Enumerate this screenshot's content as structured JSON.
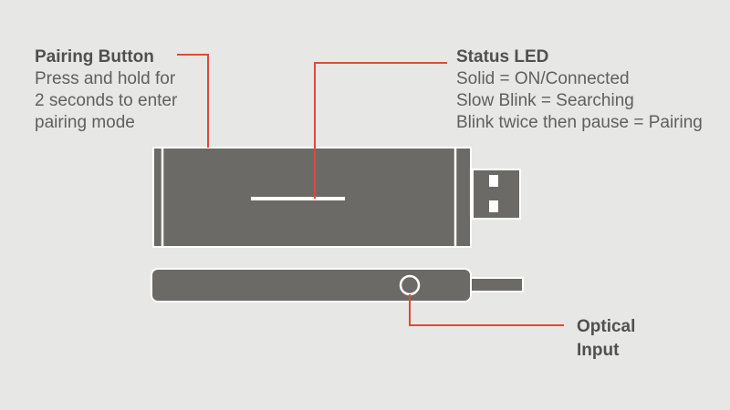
{
  "callouts": {
    "pairing_button": {
      "title": "Pairing Button",
      "lines": [
        "Press and hold for",
        "2 seconds to enter",
        "pairing mode"
      ]
    },
    "status_led": {
      "title": "Status LED",
      "lines": [
        "Solid = ON/Connected",
        "Slow Blink = Searching",
        "Blink twice then pause = Pairing"
      ]
    },
    "optical_input": {
      "title_lines": [
        "Optical",
        "Input"
      ]
    }
  },
  "colors": {
    "background": "#e7e7e5",
    "device_body": "#6c6a66",
    "outline": "#ffffff",
    "leader_line": "#e0483c",
    "text": "#5f5f5d"
  }
}
